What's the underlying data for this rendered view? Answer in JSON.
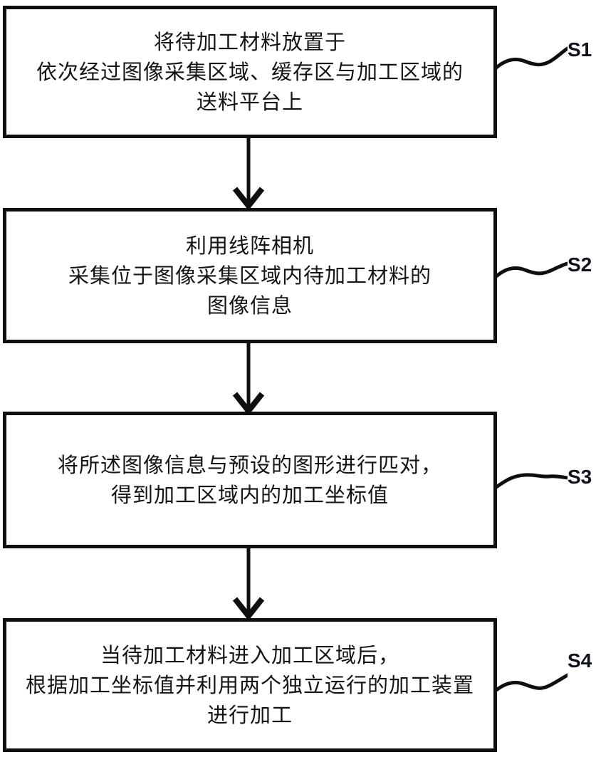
{
  "figure": {
    "type": "flowchart",
    "background_color": "#ffffff",
    "ink_color": "#0f0f0f",
    "orientation": "vertical",
    "language": "zh-CN"
  },
  "flowchart": {
    "steps": [
      {
        "label": "S1",
        "lines": [
          "将待加工材料放置于",
          "依次经过图像采集区域、缓存区与加工区域的",
          "送料平台上"
        ]
      },
      {
        "label": "S2",
        "lines": [
          "利用线阵相机",
          "采集位于图像采集区域内待加工材料的",
          "图像信息"
        ]
      },
      {
        "label": "S3",
        "lines": [
          "将所述图像信息与预设的图形进行匹对，",
          "得到加工区域内的加工坐标值"
        ]
      },
      {
        "label": "S4",
        "lines": [
          "当待加工材料进入加工区域后，",
          "根据加工坐标值并利用两个独立运行的加工装置",
          "进行加工"
        ]
      }
    ],
    "connector_style": "down-arrow",
    "leader_style": "wavy-line"
  }
}
